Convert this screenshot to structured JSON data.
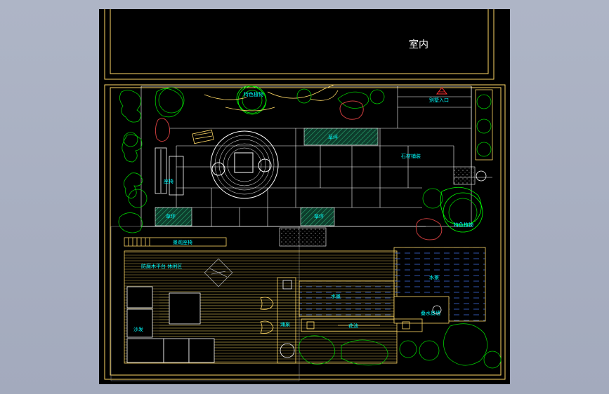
{
  "drawing": {
    "indoor_label": "室内",
    "entrance_label": "别墅入口",
    "lawn_labels": [
      "草坪",
      "草坪",
      "草坪"
    ],
    "paving_label": "石材铺装",
    "seat_label": "座椅",
    "plant_labels": [
      "特色植物",
      "特色植物"
    ],
    "pool_labels": [
      "水景",
      "水景"
    ],
    "bench_label": "景观座椅",
    "deck_label": "防腐木平台 休闲区",
    "sofa_label": "沙发",
    "waterfall_label": "叠水景墙",
    "fountain_label": "涌泉",
    "planter_label": "花池",
    "colors": {
      "background": "#000000",
      "outline": "#ffd966",
      "paving": "#ffffff",
      "vegetation": "#00c800",
      "rock": "#c83c3c",
      "text": "#00ffff",
      "hatch": "#1f8a5f",
      "water": "#3a6ad9",
      "deck": "#a08a3c",
      "frame": "#000000"
    }
  }
}
